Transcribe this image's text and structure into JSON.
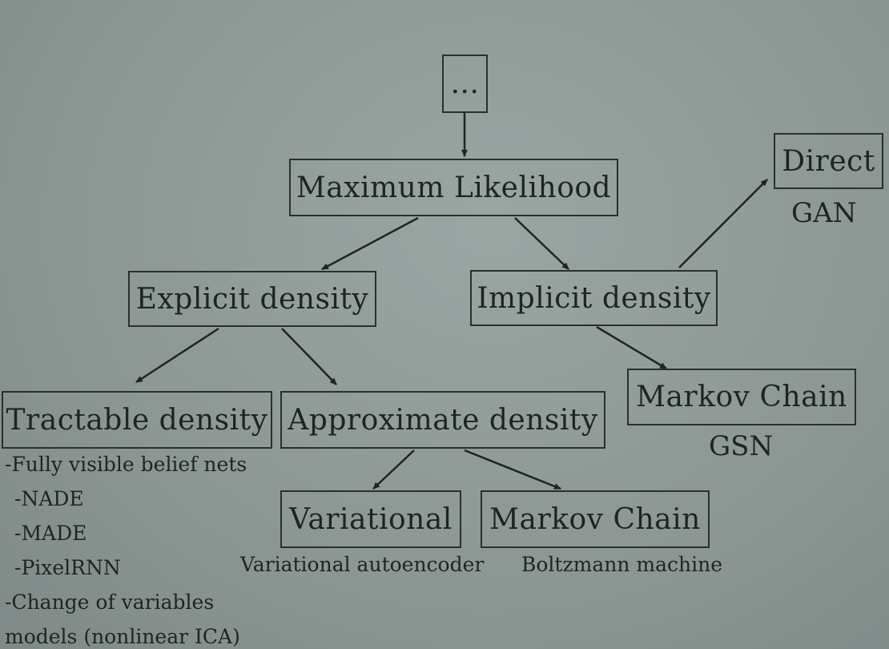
{
  "nodes": {
    "root": "...",
    "maximum_likelihood": "Maximum Likelihood",
    "explicit_density": "Explicit density",
    "implicit_density": "Implicit density",
    "direct": "Direct",
    "tractable_density": "Tractable density",
    "approximate_density": "Approximate density",
    "markov_chain_implicit": "Markov Chain",
    "variational": "Variational",
    "markov_chain_approx": "Markov Chain"
  },
  "labels": {
    "gan": "GAN",
    "gsn": "GSN",
    "variational_autoencoder": "Variational autoencoder",
    "boltzmann_machine": "Boltzmann machine"
  },
  "tractable_examples": [
    "-Fully visible belief nets",
    "-NADE",
    "-MADE",
    "-PixelRNN",
    "-Change of variables",
    "models (nonlinear ICA)"
  ]
}
